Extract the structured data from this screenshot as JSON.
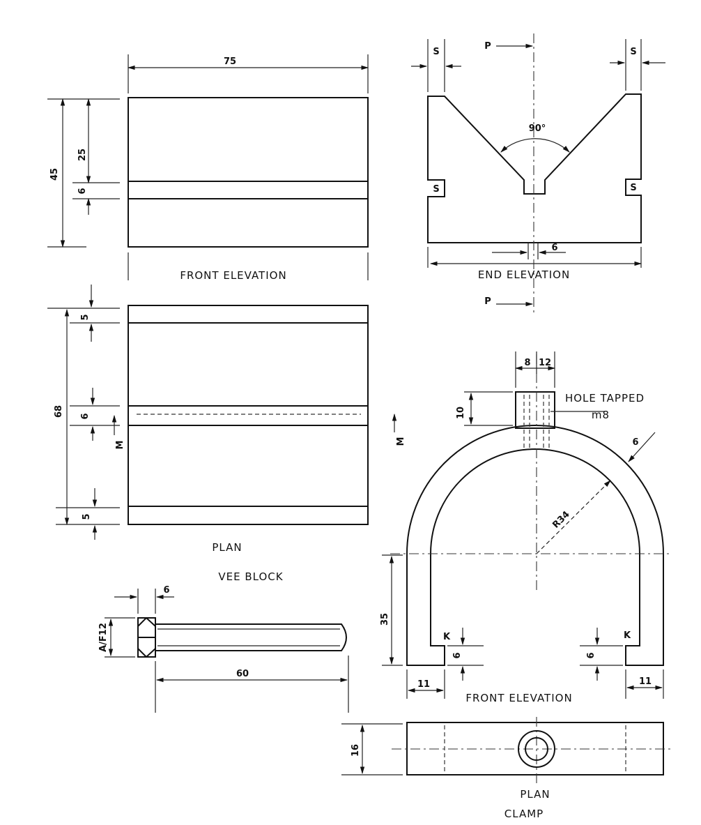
{
  "vee_block": {
    "title": "VEE BLOCK",
    "front_elevation": {
      "title": "FRONT ELEVATION",
      "dims": {
        "length": "75",
        "height": "45",
        "top": "25",
        "slot": "6"
      }
    },
    "end_elevation": {
      "title": "END ELEVATION",
      "angle": "90°",
      "dims": {
        "s_left": "S",
        "s_right": "S",
        "slot_left": "S",
        "slot_right": "S",
        "bottom_slot": "6"
      },
      "section_top": "P",
      "section_bottom": "P"
    },
    "plan": {
      "title": "PLAN",
      "dims": {
        "width": "68",
        "top_band": "5",
        "mid_band": "6",
        "bottom_band": "5"
      },
      "section_left": "M",
      "section_right": "M"
    }
  },
  "bolt": {
    "across_flats": "A/F12",
    "head": "6",
    "length": "60"
  },
  "clamp": {
    "title": "CLAMP",
    "front_elevation": {
      "title": "FRONT ELEVATION",
      "boss_left": "8",
      "boss_right": "12",
      "boss_height": "10",
      "hole_note_line1": "HOLE TAPPED",
      "hole_note_line2": "m8",
      "thickness": "6",
      "radius": "R34",
      "leg_height": "35",
      "slot_left": "6",
      "slot_right": "6",
      "k_left": "K",
      "k_right": "K",
      "foot_left": "11",
      "foot_right": "11"
    },
    "plan": {
      "title": "PLAN",
      "width": "16"
    }
  }
}
